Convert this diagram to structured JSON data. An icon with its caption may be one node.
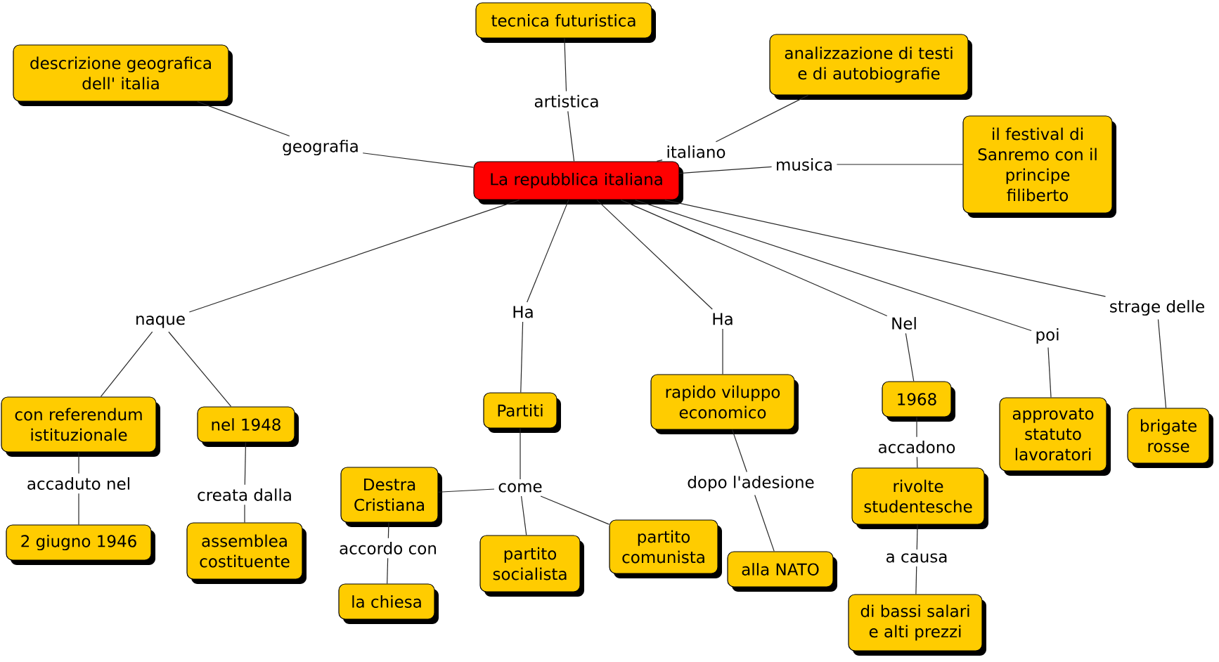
{
  "diagram": {
    "nodes": [
      {
        "text": [
          "tecnica futuristica"
        ]
      },
      {
        "text": [
          "analizzazione di testi e di autobiografie"
        ]
      },
      {
        "text": [
          "descrizione geografica dell' italia"
        ]
      },
      {
        "text": [
          "artistica"
        ]
      },
      {
        "text": [
          "geografia"
        ]
      },
      {
        "text": [
          "italiano"
        ]
      },
      {
        "text": [
          "il festival di Sanremo con il principe filiberto"
        ]
      },
      {
        "text": [
          "musica"
        ]
      },
      {
        "text": [
          "La repubblica italiana"
        ]
      },
      {
        "text": [
          "strage delle"
        ]
      },
      {
        "text": [
          "Ha"
        ]
      },
      {
        "text": [
          "Ha"
        ]
      },
      {
        "text": [
          "naque"
        ]
      },
      {
        "text": [
          "Nel"
        ]
      },
      {
        "text": [
          "poi"
        ]
      },
      {
        "text": [
          "rapido viluppo economico"
        ]
      },
      {
        "text": [
          "1968"
        ]
      },
      {
        "text": [
          "Partiti"
        ]
      },
      {
        "text": [
          "con referendum istituzionale"
        ]
      },
      {
        "text": [
          "nel 1948"
        ]
      },
      {
        "text": [
          "approvato statuto lavoratori"
        ]
      },
      {
        "text": [
          "brigate rosse"
        ]
      },
      {
        "text": [
          "accadono"
        ]
      },
      {
        "text": [
          "accaduto nel"
        ]
      },
      {
        "text": [
          "dopo l'adesione"
        ]
      },
      {
        "text": [
          "come"
        ]
      },
      {
        "text": [
          "Destra Cristiana"
        ]
      },
      {
        "text": [
          "creata dalla"
        ]
      },
      {
        "text": [
          "rivolte studentesche"
        ]
      },
      {
        "text": [
          "2 giugno 1946"
        ]
      },
      {
        "text": [
          "partito comunista"
        ]
      },
      {
        "text": [
          "accordo con"
        ]
      },
      {
        "text": [
          "assemblea costituente"
        ]
      },
      {
        "text": [
          "a causa"
        ]
      },
      {
        "text": [
          "partito socialista"
        ]
      },
      {
        "text": [
          "alla NATO"
        ]
      },
      {
        "text": [
          "la chiesa"
        ]
      },
      {
        "text": [
          "di bassi salari e alti prezzi"
        ]
      }
    ],
    "edges": [
      {
        "from": 8,
        "to": 3,
        "arrow": "none"
      },
      {
        "from": 3,
        "to": 0,
        "arrow": "none"
      },
      {
        "from": 8,
        "to": 4,
        "arrow": "none"
      },
      {
        "from": 4,
        "to": 2,
        "arrow": "none"
      },
      {
        "from": 8,
        "to": 5,
        "arrow": "none"
      },
      {
        "from": 5,
        "to": 1,
        "arrow": "none"
      },
      {
        "from": 8,
        "to": 7,
        "arrow": "none"
      },
      {
        "from": 7,
        "to": 6,
        "arrow": "none"
      },
      {
        "from": 8,
        "to": 12,
        "arrow": "none"
      },
      {
        "from": 12,
        "to": 18,
        "arrow": "none"
      },
      {
        "from": 12,
        "to": 19,
        "arrow": "none"
      },
      {
        "from": 8,
        "to": 10,
        "arrow": "none"
      },
      {
        "from": 10,
        "to": 17,
        "arrow": "none"
      },
      {
        "from": 8,
        "to": 11,
        "arrow": "none"
      },
      {
        "from": 11,
        "to": 15,
        "arrow": "none"
      },
      {
        "from": 8,
        "to": 13,
        "arrow": "none"
      },
      {
        "from": 13,
        "to": 16,
        "arrow": "none"
      },
      {
        "from": 8,
        "to": 14,
        "arrow": "none"
      },
      {
        "from": 14,
        "to": 20,
        "arrow": "none"
      },
      {
        "from": 8,
        "to": 9,
        "arrow": "none"
      },
      {
        "from": 9,
        "to": 21,
        "arrow": "none"
      },
      {
        "from": 18,
        "to": 23,
        "arrow": "none"
      },
      {
        "from": 23,
        "to": 29,
        "arrow": "none"
      },
      {
        "from": 19,
        "to": 27,
        "arrow": "none"
      },
      {
        "from": 27,
        "to": 32,
        "arrow": "none"
      },
      {
        "from": 17,
        "to": 25,
        "arrow": "none"
      },
      {
        "from": 25,
        "to": 26,
        "arrow": "none"
      },
      {
        "from": 25,
        "to": 34,
        "arrow": "none"
      },
      {
        "from": 25,
        "to": 30,
        "arrow": "none"
      },
      {
        "from": 26,
        "to": 31,
        "arrow": "none"
      },
      {
        "from": 31,
        "to": 36,
        "arrow": "none"
      },
      {
        "from": 15,
        "to": 24,
        "arrow": "none"
      },
      {
        "from": 24,
        "to": 35,
        "arrow": "none"
      },
      {
        "from": 16,
        "to": 22,
        "arrow": "none"
      },
      {
        "from": 22,
        "to": 28,
        "arrow": "none"
      },
      {
        "from": 28,
        "to": 33,
        "arrow": "none"
      },
      {
        "from": 33,
        "to": 37,
        "arrow": "none"
      }
    ]
  }
}
